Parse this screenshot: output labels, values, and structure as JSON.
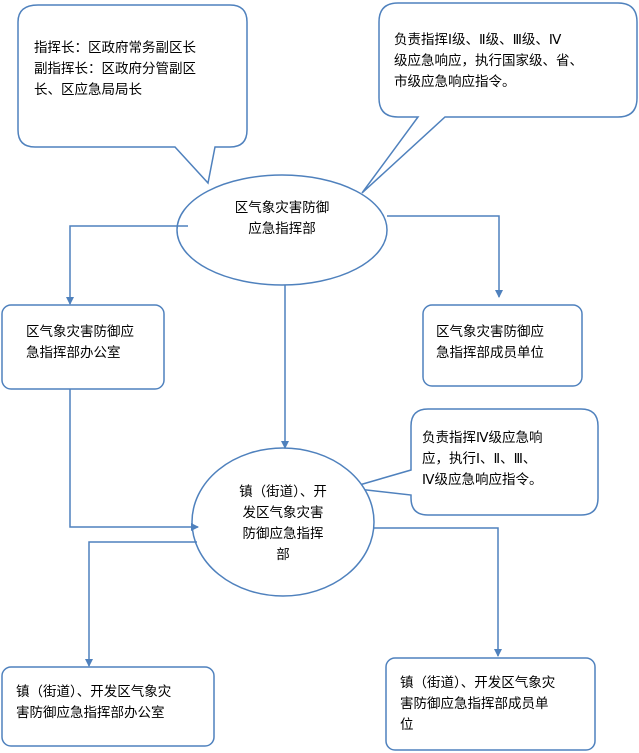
{
  "callout_leaders": {
    "lines": [
      "指挥长：区政府常务副区长",
      "副指挥长：区政府分管副区",
      "长、区应急局局长"
    ]
  },
  "callout_district_duty": {
    "lines": [
      "负责指挥Ⅰ级、Ⅱ级、Ⅲ级、Ⅳ",
      "级应急响应，执行国家级、省、",
      "市级应急响应指令。"
    ]
  },
  "node_district_hq": {
    "lines": [
      "区气象灾害防御",
      "应急指挥部"
    ]
  },
  "node_district_office": {
    "lines": [
      "区气象灾害防御应",
      "急指挥部办公室"
    ]
  },
  "node_district_members": {
    "lines": [
      "区气象灾害防御应",
      "急指挥部成员单位"
    ]
  },
  "callout_town_duty": {
    "lines": [
      "负责指挥Ⅳ级应急响",
      "应，执行Ⅰ、Ⅱ、Ⅲ、",
      "Ⅳ级应急响应指令。"
    ]
  },
  "node_town_hq": {
    "lines": [
      "镇（街道）、开",
      "发区气象灾害",
      "防御应急指挥",
      "部"
    ]
  },
  "node_town_office": {
    "lines": [
      "镇（街道）、开发区气象灾",
      "害防御应急指挥部办公室"
    ]
  },
  "node_town_members": {
    "lines": [
      "镇（街道）、开发区气象灾",
      "害防御应急指挥部成员单",
      "位"
    ]
  },
  "colors": {
    "border": "#4f81bd",
    "arrow": "#4f81bd",
    "fill": "#ffffff"
  }
}
